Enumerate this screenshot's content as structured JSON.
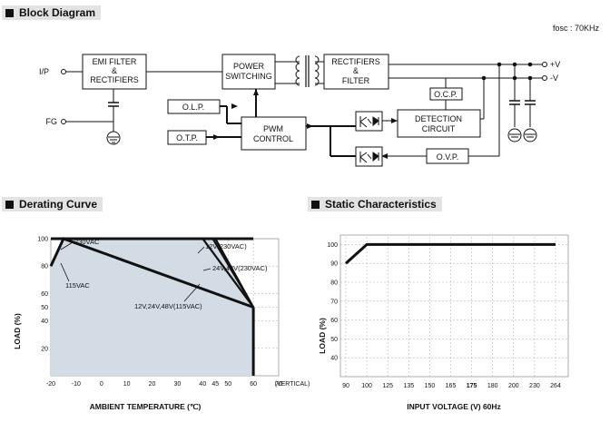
{
  "block_diagram": {
    "title": "Block Diagram",
    "fosc": "fosc : 70KHz",
    "input_label": "I/P",
    "fg_label": "FG",
    "emi_line1": "EMI FILTER",
    "emi_line2": "&",
    "emi_line3": "RECTIFIERS",
    "power_line1": "POWER",
    "power_line2": "SWITCHING",
    "rect_line1": "RECTIFIERS",
    "rect_line2": "&",
    "rect_line3": "FILTER",
    "olp": "O.L.P.",
    "otp": "O.T.P.",
    "pwm_line1": "PWM",
    "pwm_line2": "CONTROL",
    "ocp": "O.C.P.",
    "det_line1": "DETECTION",
    "det_line2": "CIRCUIT",
    "ovp": "O.V.P.",
    "vplus": "+V",
    "vminus": "-V"
  },
  "derating": {
    "title": "Derating Curve",
    "chart_data": {
      "type": "area",
      "xlabel": "AMBIENT TEMPERATURE (℃)",
      "ylabel": "LOAD (%)",
      "x_ticks": [
        "-20",
        "-10",
        "0",
        "10",
        "20",
        "30",
        "40",
        "45",
        "50",
        "60",
        "70"
      ],
      "x_tick_values": [
        -20,
        -10,
        0,
        10,
        20,
        30,
        40,
        45,
        50,
        60,
        70
      ],
      "x_suffix": "(VERTICAL)",
      "y_ticks": [
        "20",
        "40",
        "50",
        "60",
        "80",
        "100"
      ],
      "y_tick_values": [
        20,
        40,
        50,
        60,
        80,
        100
      ],
      "xlim": [
        -20,
        70
      ],
      "ylim": [
        0,
        100
      ],
      "series": [
        {
          "name": "230VAC",
          "x": [
            -20,
            60
          ],
          "y": [
            100,
            100
          ]
        },
        {
          "name": "115VAC",
          "x": [
            -20,
            -15,
            60
          ],
          "y": [
            80,
            100,
            50
          ]
        },
        {
          "name": "12V(230VAC)",
          "x": [
            -15,
            45,
            60
          ],
          "y": [
            100,
            100,
            50
          ]
        },
        {
          "name": "24V,48V(230VAC)",
          "x": [
            -15,
            44,
            60
          ],
          "y": [
            100,
            100,
            50
          ]
        },
        {
          "name": "12V,24V,48V(115VAC)",
          "x": [
            -15,
            40,
            60
          ],
          "y": [
            100,
            100,
            50
          ]
        }
      ],
      "fill_color": "#d3dbe4"
    }
  },
  "static": {
    "title": "Static Characteristics",
    "chart_data": {
      "type": "line",
      "xlabel": "INPUT VOLTAGE (V) 60Hz",
      "ylabel": "LOAD (%)",
      "x_ticks": [
        "90",
        "100",
        "125",
        "135",
        "150",
        "165",
        "175",
        "180",
        "200",
        "230",
        "264"
      ],
      "bold_tick": "175",
      "y_ticks": [
        "40",
        "50",
        "60",
        "70",
        "80",
        "90",
        "100"
      ],
      "y_tick_values": [
        40,
        50,
        60,
        70,
        80,
        90,
        100
      ],
      "ylim": [
        30,
        105
      ],
      "series": [
        {
          "x": [
            90,
            100,
            264
          ],
          "y": [
            90,
            100,
            100
          ]
        }
      ]
    }
  }
}
